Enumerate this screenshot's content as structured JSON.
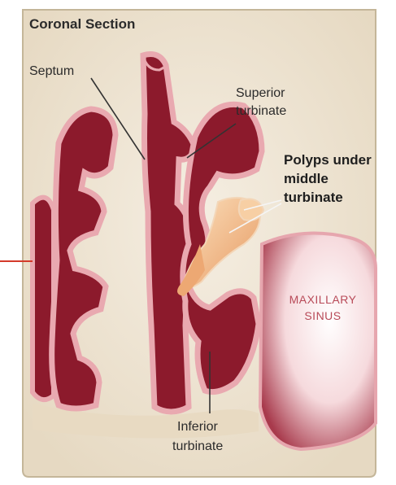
{
  "title": "Coronal Section",
  "labels": {
    "septum": "Septum",
    "superior_line1": "Superior",
    "superior_line2": "turbinate",
    "polyps_line1": "Polyps under",
    "polyps_line2": "middle",
    "polyps_line3": "turbinate",
    "maxillary_line1": "MAXILLARY",
    "maxillary_line2": "SINUS",
    "inferior_line1": "Inferior",
    "inferior_line2": "turbinate"
  },
  "colors": {
    "background": "#efe6d6",
    "tissue": "#8c1a2c",
    "mucosa": "#e9a9b0",
    "polyp": "#f2c08a",
    "frame": "#b9aa8a",
    "red_marker": "#d43a2a"
  }
}
